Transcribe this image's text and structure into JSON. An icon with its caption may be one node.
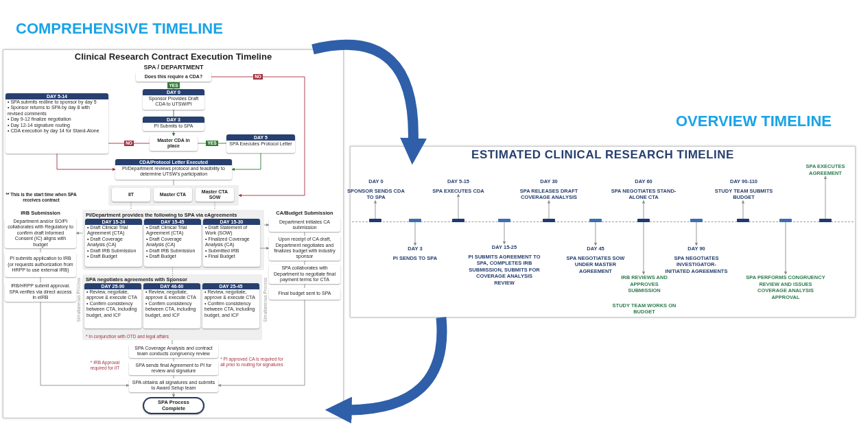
{
  "diagram": {
    "nodes": [
      {
        "text": [
          "COMPREHENSIVE TIMELINE",
          "Clinical Research Contract Execution Timeline"
        ]
      },
      {
        "text": [
          "Does this require a CDA?"
        ],
        "in": 0
      },
      {
        "text": [
          "DAY 0",
          "Sponsor Provides Draft CDA to UTSW/PI"
        ],
        "in": 0
      },
      {
        "text": [
          "DAY 3",
          "PI Submits to SPA"
        ],
        "in": 0
      },
      {
        "text": [
          "DAY 5-14",
          "• SPA submits redline to sponsor by day 5",
          "• Sponsor returns to SPA by day 8 with revised comments",
          "• Day 9-12 finalize negotiation",
          "• Day 12-14 signature routing",
          "• CDA execution by day 14 for Stand-Alone"
        ],
        "in": 0
      },
      {
        "text": [
          "Master CDA in place"
        ],
        "in": 0
      },
      {
        "text": [
          "DAY 5",
          "SPA Executes Protocol Letter"
        ],
        "in": 0
      },
      {
        "text": [
          "CDA/Protocol Letter Executed",
          "PI/Department reviews protocol and feasibility to determine UTSW's participation"
        ],
        "in": 0
      },
      {
        "text": [],
        "shape": "box",
        "in": 0
      },
      {
        "text": [
          "IIT"
        ],
        "in": 8
      },
      {
        "text": [
          "Master CTA"
        ],
        "in": 8
      },
      {
        "text": [
          "Master CTA SOW"
        ],
        "in": 8
      },
      {
        "text": [
          "PI/Department provides the following to SPA via eAgreements"
        ],
        "in": 0
      },
      {
        "text": [
          "DAY 15-24",
          "• Draft Clinical Trial Agreement (CTA)",
          "• Draft Coverage Analysis (CA)",
          "• Draft IRB Submission",
          "• Draft Budget"
        ],
        "in": 12
      },
      {
        "text": [
          "DAY 15-45",
          "• Draft Clinical Trial Agreement (CTA)",
          "• Draft Coverage Analysis (CA)",
          "• Draft IRB Submission",
          "• Draft Budget"
        ],
        "in": 12
      },
      {
        "text": [
          "DAY 15-30",
          "• Draft Statement of Work (SOW)",
          "• Finalized Coverage Analysis (CA)",
          "• Submitted IRB",
          "• Final Budget"
        ],
        "in": 12
      },
      {
        "text": [
          "Department and/or SO/PI collaborates with Regulatory to confirm draft Informed Consent (IC) aligns with budget"
        ],
        "in": 0
      },
      {
        "text": [
          "PI submits application to IRB (or requests authorization from HRPP to use external IRB)"
        ],
        "in": 0
      },
      {
        "text": [
          "IRB/HRPP submit approval. SPA verifies via direct access in eIRB"
        ],
        "in": 0
      },
      {
        "text": [
          "Department initiates CA submission"
        ],
        "in": 0
      },
      {
        "text": [
          "Upon receipt of CA draft, Department negotiates and finalizes budget with industry sponsor"
        ],
        "in": 0
      },
      {
        "text": [
          "SPA collaborates with Department to negotiate final payment terms for CTA"
        ],
        "in": 0
      },
      {
        "text": [
          "Final budget sent to SPA"
        ],
        "in": 0
      },
      {
        "text": [
          "SPA negotiates agreements with Sponsor",
          "* In conjunction with OTD and legal affairs"
        ],
        "in": 0
      },
      {
        "text": [
          "DAY 25-90",
          "• Review, negotiate, approve & execute CTA",
          "• Confirm consistency between CTA, including budget, and ICF"
        ],
        "in": 23
      },
      {
        "text": [
          "DAY 46-60",
          "• Review, negotiate, approve & execute CTA",
          "• Confirm consistency between CTA, including budget, and ICF"
        ],
        "in": 23
      },
      {
        "text": [
          "DAY 25-45",
          "• Review, negotiate, approve & execute CTA",
          "• Confirm consistency between CTA, including budget, and ICF"
        ],
        "in": 23
      },
      {
        "text": [
          "SPA Coverage Analysis and contract team conducts congruency review"
        ],
        "in": 0
      },
      {
        "text": [
          "SPA sends final Agreement to PI for review and signature"
        ],
        "in": 0
      },
      {
        "text": [
          "SPA obtains all signatures and submits to Award Setup team"
        ],
        "in": 0
      },
      {
        "text": [
          "SPA Process Complete"
        ],
        "in": 0
      },
      {
        "text": [
          "OVERVIEW TIMELINE",
          "ESTIMATED CLINICAL RESEARCH TIMELINE"
        ]
      },
      {
        "text": [],
        "shape": "bar",
        "in": 31
      },
      {
        "text": [],
        "shape": "bar",
        "in": 31
      },
      {
        "text": [],
        "shape": "bar",
        "in": 31
      },
      {
        "text": [],
        "shape": "bar",
        "in": 31
      },
      {
        "text": [],
        "shape": "bar",
        "in": 31
      },
      {
        "text": [],
        "shape": "bar",
        "in": 31
      },
      {
        "text": [],
        "shape": "bar",
        "in": 31
      },
      {
        "text": [],
        "shape": "bar",
        "in": 31
      },
      {
        "text": [],
        "shape": "bar",
        "in": 31
      },
      {
        "text": [],
        "shape": "bar",
        "in": 31
      },
      {
        "text": [],
        "shape": "bar",
        "in": 31
      },
      {
        "text": [
          "DAY 0",
          "SPONSOR SENDS CDA TO SPA"
        ],
        "in": 31
      },
      {
        "text": [
          "DAY 3",
          "PI SENDS TO SPA"
        ],
        "in": 31
      },
      {
        "text": [
          "DAY 5-15",
          "SPA EXECUTES CDA"
        ],
        "in": 31
      },
      {
        "text": [
          "DAY 15-25",
          "PI SUBMITS AGREEMENT TO SPA, COMPLETES IRB SUBMISSION, SUBMITS FOR COVERAGE ANALYSIS REVIEW"
        ],
        "in": 31
      },
      {
        "text": [
          "DAY 30",
          "SPA RELEASES DRAFT COVERAGE ANALYSIS"
        ],
        "in": 31
      },
      {
        "text": [
          "DAY 45",
          "SPA NEGOTIATES SOW UNDER MASTER AGREEMENT"
        ],
        "in": 31
      },
      {
        "text": [
          "DAY 60",
          "SPA NEGOTIATES STAND-ALONE CTA"
        ],
        "in": 31
      },
      {
        "text": [
          "IRB REVIEWS AND APPROVES SUBMISSION"
        ],
        "in": 31
      },
      {
        "text": [
          "DAY 90",
          "SPA NEGOTIATES INVESTIGATOR-INITIATED AGREEMENTS"
        ],
        "in": 31
      },
      {
        "text": [
          "DAY 90-110",
          "STUDY TEAM SUBMITS BUDGET"
        ],
        "in": 31
      },
      {
        "text": [
          "SPA PERFORMS CONGRUENCY REVIEW AND ISSUES COVERAGE ANALYSIS APPROVAL"
        ],
        "in": 31
      },
      {
        "text": [
          "SPA EXECUTES AGREEMENT"
        ],
        "in": 31
      }
    ],
    "edges": [
      {
        "from": 0,
        "to": 31,
        "arrow": "to",
        "style": "thick",
        "color": "#2f5fa8"
      },
      {
        "from": 31,
        "to": 0,
        "arrow": "to",
        "style": "thick",
        "color": "#2f5fa8"
      },
      {
        "from": 1,
        "to": 2,
        "arrow": "none",
        "label": "YES",
        "color": "#2e7d32"
      },
      {
        "from": 2,
        "to": 3,
        "arrow": "none",
        "color": "#2e7d32"
      },
      {
        "from": 3,
        "to": 5,
        "arrow": "to",
        "color": "#2e7d32"
      },
      {
        "from": 1,
        "to": 8,
        "arrow": "to",
        "label": "NO",
        "color": "#a3303f"
      },
      {
        "from": 5,
        "to": 4,
        "arrow": "none",
        "label": "NO",
        "color": "#a3303f"
      },
      {
        "from": 5,
        "to": 6,
        "arrow": "none",
        "label": "YES",
        "color": "#2e7d32"
      },
      {
        "from": 4,
        "to": 7,
        "arrow": "to",
        "color": "#a3303f"
      },
      {
        "from": 6,
        "to": 7,
        "arrow": "to",
        "color": "#2e7d32"
      },
      {
        "from": 7,
        "to": 8,
        "arrow": "none"
      },
      {
        "from": 9,
        "to": 12,
        "arrow": "none",
        "style": "dashed"
      },
      {
        "from": 11,
        "to": 12,
        "arrow": "none",
        "style": "dashed"
      },
      {
        "from": 12,
        "to": 16,
        "arrow": "to"
      },
      {
        "from": 12,
        "to": 19,
        "arrow": "to"
      },
      {
        "from": 15,
        "to": 20,
        "arrow": "to"
      },
      {
        "from": 14,
        "to": 25,
        "arrow": "none",
        "style": "dashed"
      },
      {
        "from": 23,
        "to": 27,
        "arrow": "none"
      },
      {
        "from": 27,
        "to": 28,
        "arrow": "none"
      },
      {
        "from": 28,
        "to": 29,
        "arrow": "none"
      },
      {
        "from": 29,
        "to": 30,
        "arrow": "to"
      },
      {
        "from": 16,
        "to": 17,
        "arrow": "none"
      },
      {
        "from": 17,
        "to": 18,
        "arrow": "none"
      },
      {
        "from": 18,
        "to": 29,
        "arrow": "to"
      },
      {
        "from": 19,
        "to": 20,
        "arrow": "none"
      },
      {
        "from": 20,
        "to": 21,
        "arrow": "none"
      },
      {
        "from": 21,
        "to": 22,
        "arrow": "none"
      },
      {
        "from": 22,
        "to": 29,
        "arrow": "to"
      },
      {
        "from": 32,
        "to": 43,
        "arrow": "to"
      },
      {
        "from": 33,
        "to": 44,
        "arrow": "to"
      },
      {
        "from": 34,
        "to": 45,
        "arrow": "to"
      },
      {
        "from": 35,
        "to": 46,
        "arrow": "to"
      },
      {
        "from": 36,
        "to": 47,
        "arrow": "to"
      },
      {
        "from": 37,
        "to": 48,
        "arrow": "to"
      },
      {
        "from": 38,
        "to": 49,
        "arrow": "to"
      },
      {
        "from": 38,
        "to": 50,
        "arrow": "to"
      },
      {
        "from": 39,
        "to": 51,
        "arrow": "to"
      },
      {
        "from": 40,
        "to": 52,
        "arrow": "to"
      },
      {
        "from": 41,
        "to": 53,
        "arrow": "to"
      },
      {
        "from": 42,
        "to": 54,
        "arrow": "to"
      }
    ],
    "labels": [
      "SPA / DEPARTMENT",
      "** This is the start time when SPA receives contract",
      "IRB Submission",
      "CA/Budget Submission",
      "Simultaneous Process",
      "Simultaneous Process",
      "* IRB Approval required for IIT",
      "* PI approved CA is required for all prior to routing for signatures",
      "STUDY TEAM WORKS ON BUDGET"
    ]
  }
}
